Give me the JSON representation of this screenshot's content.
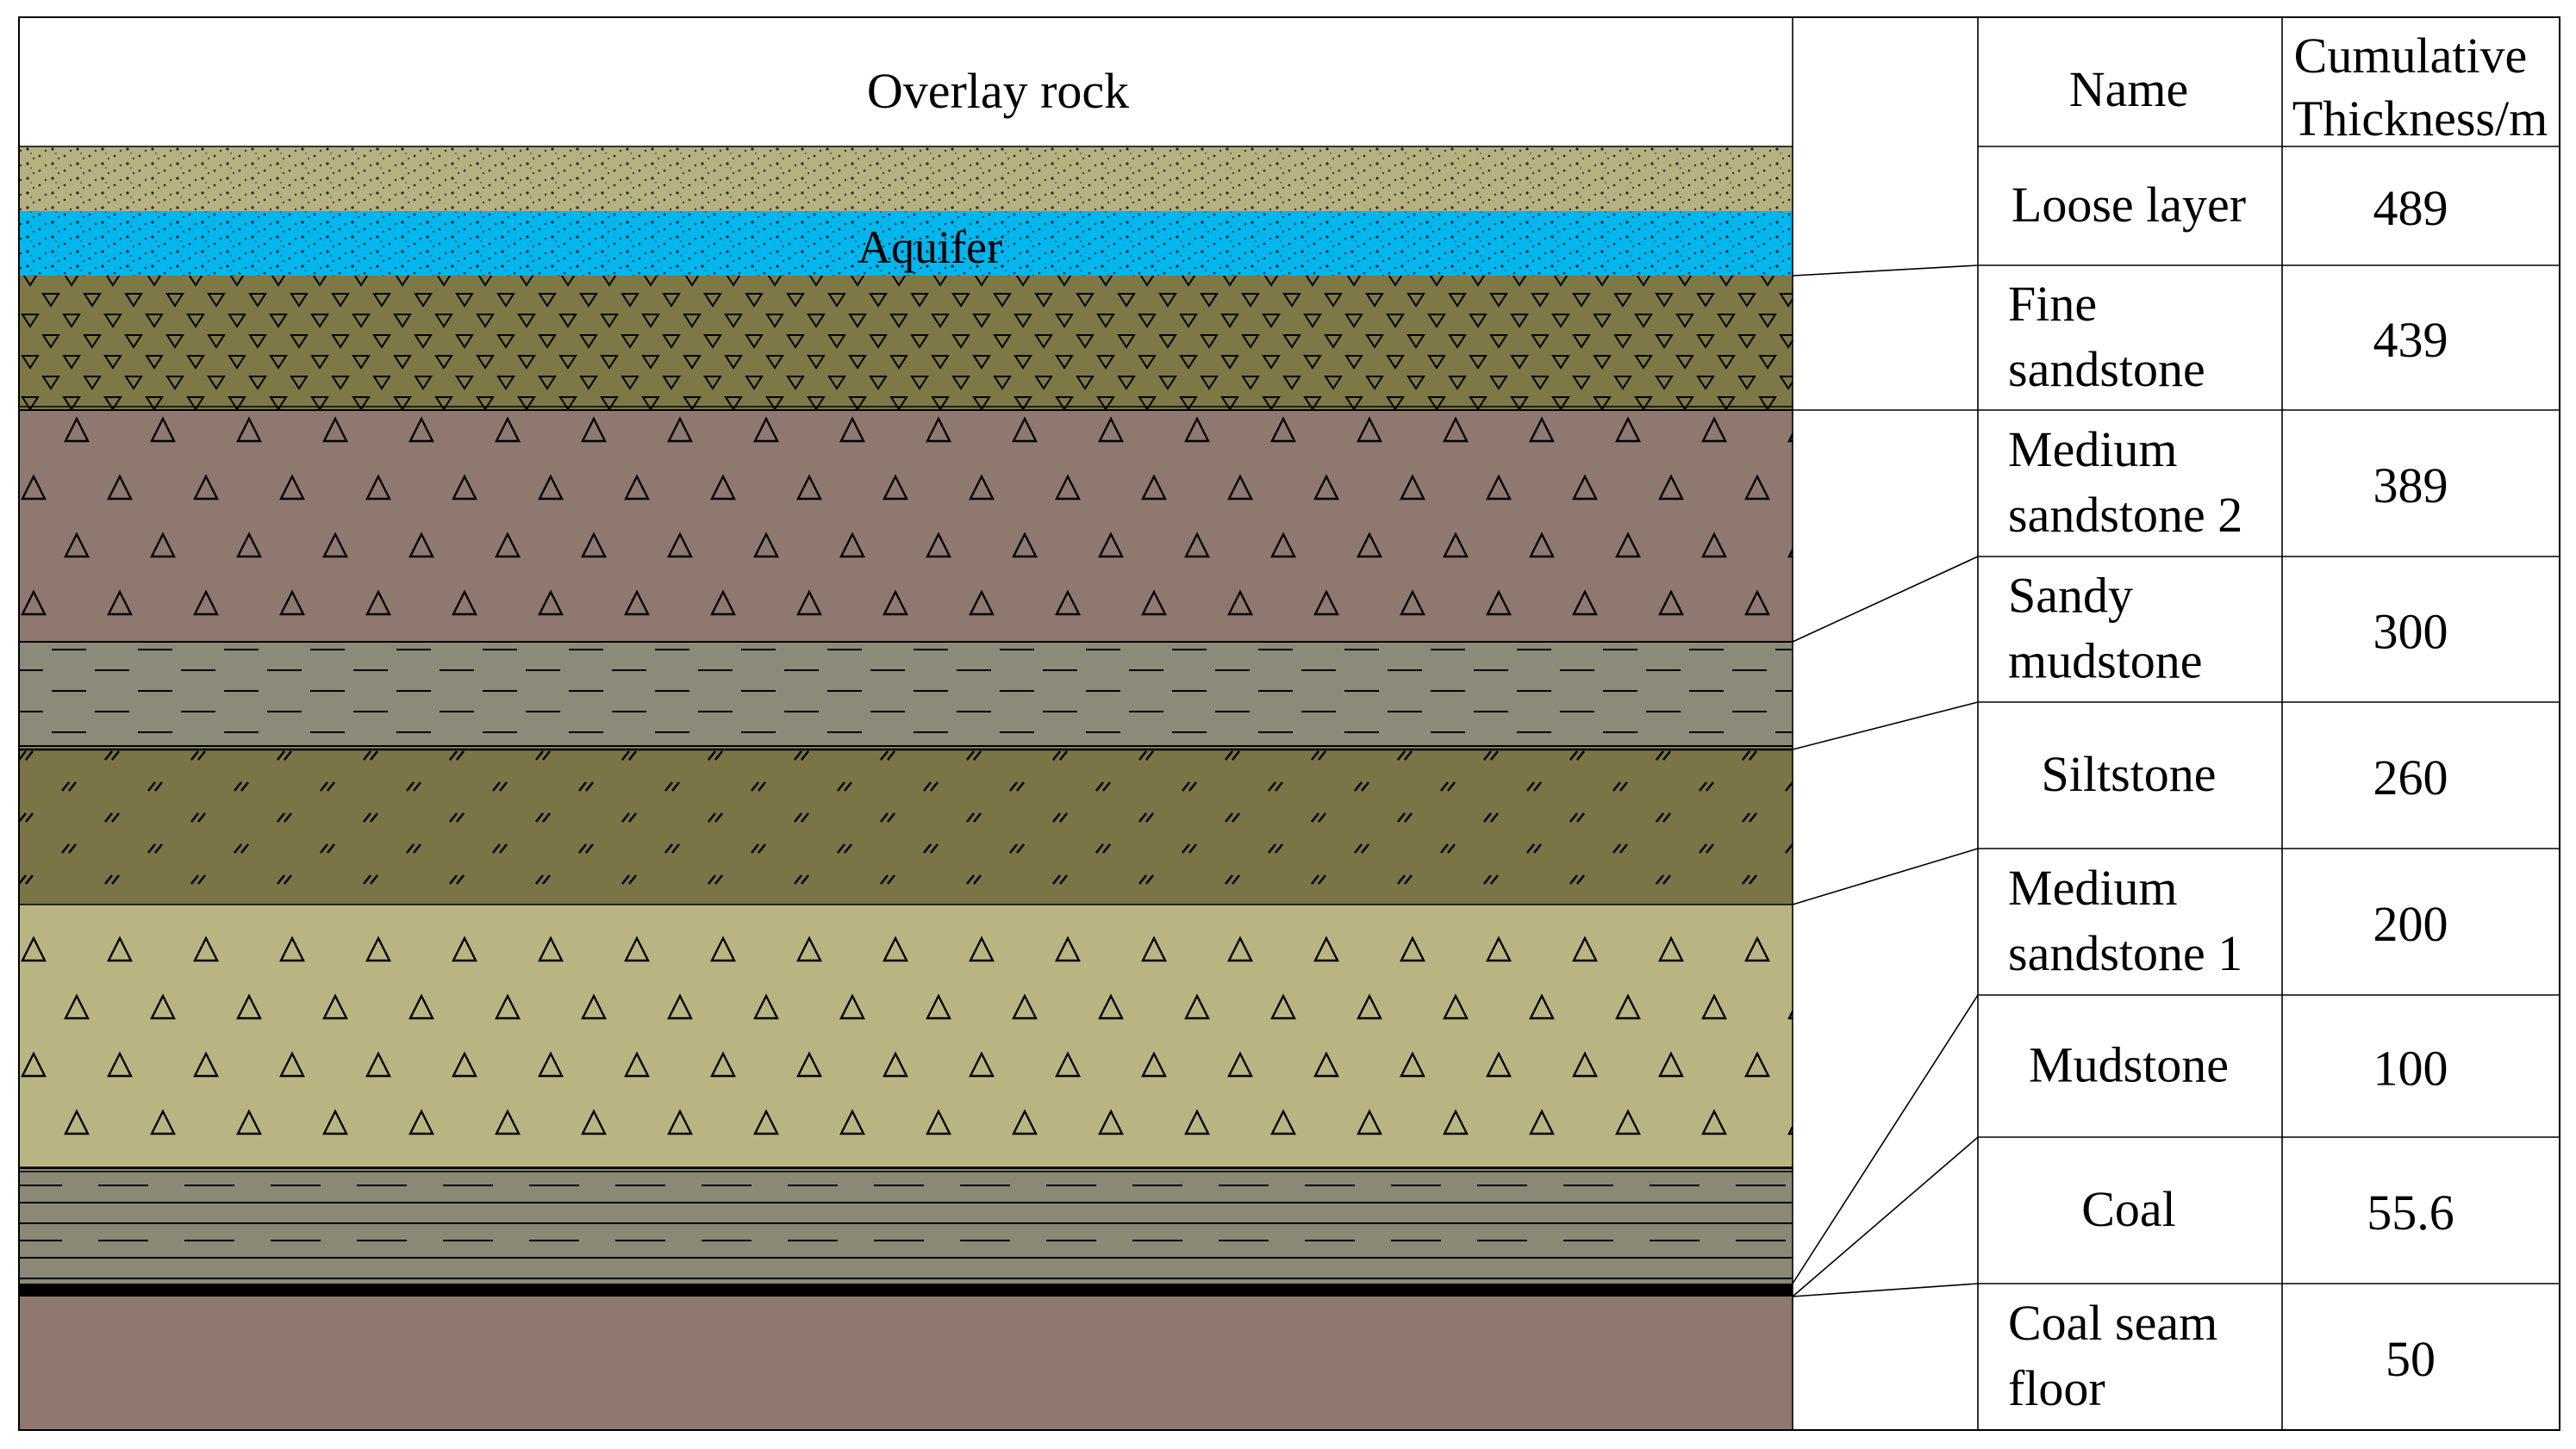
{
  "header": {
    "overlay_title": "Overlay rock",
    "name_title": "Name",
    "thickness_title_line1": "Cumulative",
    "thickness_title_line2": "Thickness/m"
  },
  "aquifer_label": "Aquifer",
  "rows": [
    {
      "name_lines": [
        "Loose layer"
      ],
      "thickness": "489"
    },
    {
      "name_lines": [
        "Fine",
        "sandstone"
      ],
      "thickness": "439"
    },
    {
      "name_lines": [
        "Medium",
        "sandstone 2"
      ],
      "thickness": "389"
    },
    {
      "name_lines": [
        "Sandy",
        "mudstone"
      ],
      "thickness": "300"
    },
    {
      "name_lines": [
        "Siltstone"
      ],
      "thickness": "260"
    },
    {
      "name_lines": [
        "Medium",
        "sandstone 1"
      ],
      "thickness": "200"
    },
    {
      "name_lines": [
        "Mudstone"
      ],
      "thickness": "100"
    },
    {
      "name_lines": [
        "Coal"
      ],
      "thickness": "55.6"
    },
    {
      "name_lines": [
        "Coal seam",
        "floor"
      ],
      "thickness": "50"
    }
  ],
  "strata": [
    {
      "id": "loose",
      "color": "#b5b180",
      "pattern": "dots"
    },
    {
      "id": "aquifer",
      "color": "#00b6ef",
      "pattern": "dots"
    },
    {
      "id": "fine-sandstone",
      "color": "#7d7846",
      "pattern": "inverted-triangles"
    },
    {
      "id": "medium-sandstone-2",
      "color": "#8e7870",
      "pattern": "triangles"
    },
    {
      "id": "sandy-mudstone",
      "color": "#8c8a78",
      "pattern": "dashes"
    },
    {
      "id": "siltstone",
      "color": "#7b7446",
      "pattern": "slashes"
    },
    {
      "id": "medium-sandstone-1",
      "color": "#b9b582",
      "pattern": "triangles"
    },
    {
      "id": "mudstone",
      "color": "#8b8975",
      "pattern": "lines-dashes"
    },
    {
      "id": "coal",
      "color": "#000000",
      "pattern": "solid"
    },
    {
      "id": "coal-seam-floor",
      "color": "#8e7870",
      "pattern": "solid"
    }
  ]
}
